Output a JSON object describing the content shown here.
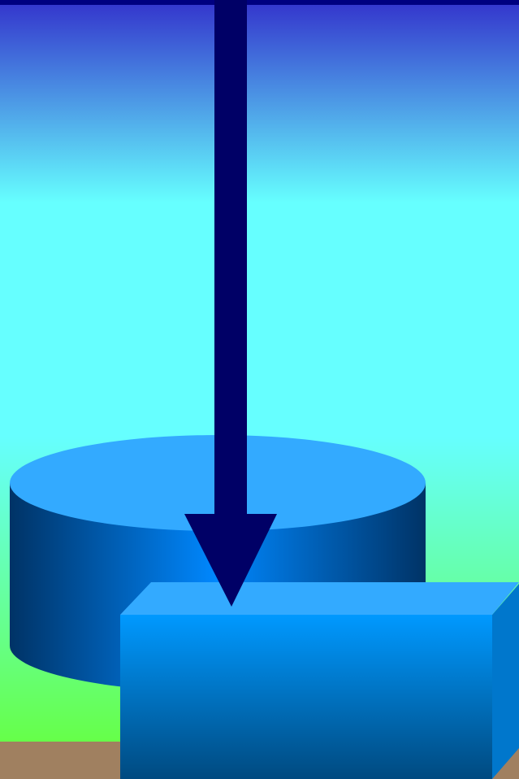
{
  "scene": {
    "colors": {
      "top_border": "#000080",
      "sky_top": "#3333cc",
      "sky_mid": "#66ffff",
      "sky_bottom": "#66ff33",
      "ground": "#a08060",
      "cylinder_top": "#33aaff",
      "cylinder_side_dark": "#003366",
      "cylinder_side_light": "#0088ff",
      "box_front_top": "#0099ff",
      "box_front_bottom": "#004a80",
      "box_top_face": "#33aaff",
      "box_side_face": "#0077cc",
      "arrow": "#000066"
    },
    "shapes": {
      "background": "gradient-background",
      "ground": "ground-strip",
      "cylinder": "cylinder-shape",
      "box": "box-shape",
      "arrow": "downward-arrow"
    }
  }
}
